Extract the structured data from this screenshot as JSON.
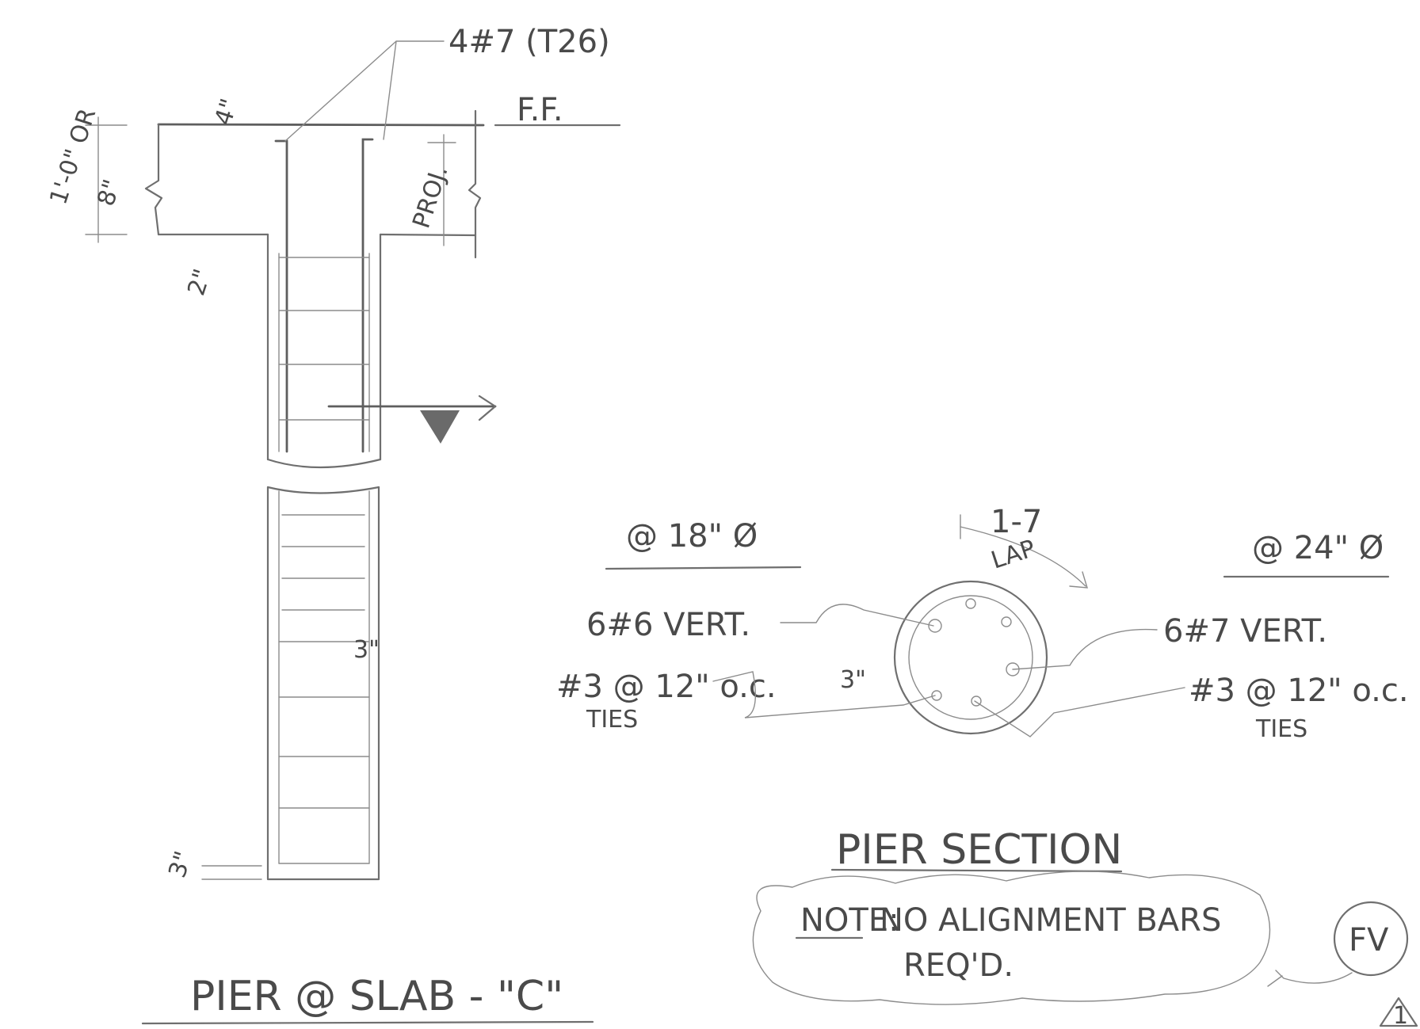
{
  "detail_elevation": {
    "title": "PIER @ SLAB - \"C\"",
    "rebar_callout": "4#7 (T26)",
    "finished_floor": "F.F.",
    "dim_top_cover": "4\"",
    "dim_slab_total": "1'-0\" OR",
    "dim_slab_depth": "8\"",
    "dim_projection": "PROJ.",
    "dim_below_slab": "2\"",
    "dim_side_cover": "3\"",
    "dim_bottom_cover": "3\""
  },
  "pier_section": {
    "title": "PIER SECTION",
    "dim_lap": "1-7",
    "lap_label": "LAP",
    "cover_label": "3\"",
    "left_dia": "@ 18\" Ø",
    "left_vert": "6#6 VERT.",
    "left_ties_1": "#3 @ 12\" o.c.",
    "left_ties_2": "TIES",
    "right_dia": "@ 24\" Ø",
    "right_vert": "6#7 VERT.",
    "right_ties_1": "#3 @ 12\" o.c.",
    "right_ties_2": "TIES"
  },
  "note": {
    "prefix": "NOTE:",
    "line1": "NO ALIGNMENT BARS",
    "line2": "REQ'D."
  },
  "revision": {
    "initials": "FV",
    "tag": "1"
  }
}
